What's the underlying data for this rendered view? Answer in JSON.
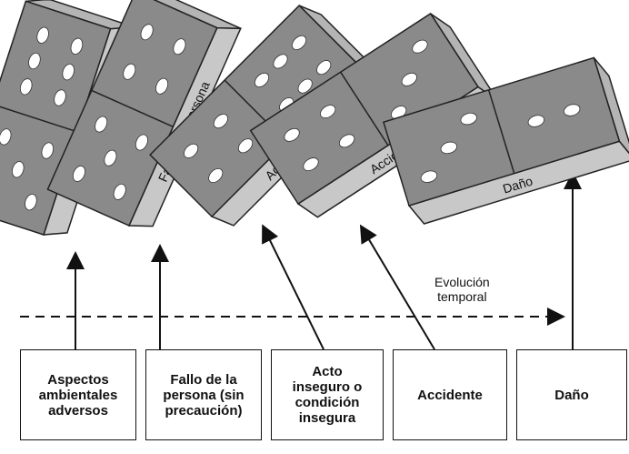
{
  "dominoes": [
    {
      "label": "Aspectos ambientales",
      "top_pips": 6,
      "bottom_pips": 5
    },
    {
      "label": "Fallo de la persona",
      "top_pips": 4,
      "bottom_pips": 5
    },
    {
      "label": "Acto inseguro",
      "top_pips": 6,
      "bottom_pips": 4
    },
    {
      "label": "Accidente",
      "top_pips": 3,
      "bottom_pips": 4
    },
    {
      "label": "Daño",
      "top_pips": 2,
      "bottom_pips": 3
    }
  ],
  "boxes": [
    {
      "label": "Aspectos\nambientales\nadversos"
    },
    {
      "label": "Fallo de la\npersona (sin\nprecaución)"
    },
    {
      "label": "Acto\ninseguro o\ncondición\ninsegura"
    },
    {
      "label": "Accidente"
    },
    {
      "label": "Daño"
    }
  ],
  "timeline": {
    "label": "Evolución\ntemporal"
  }
}
